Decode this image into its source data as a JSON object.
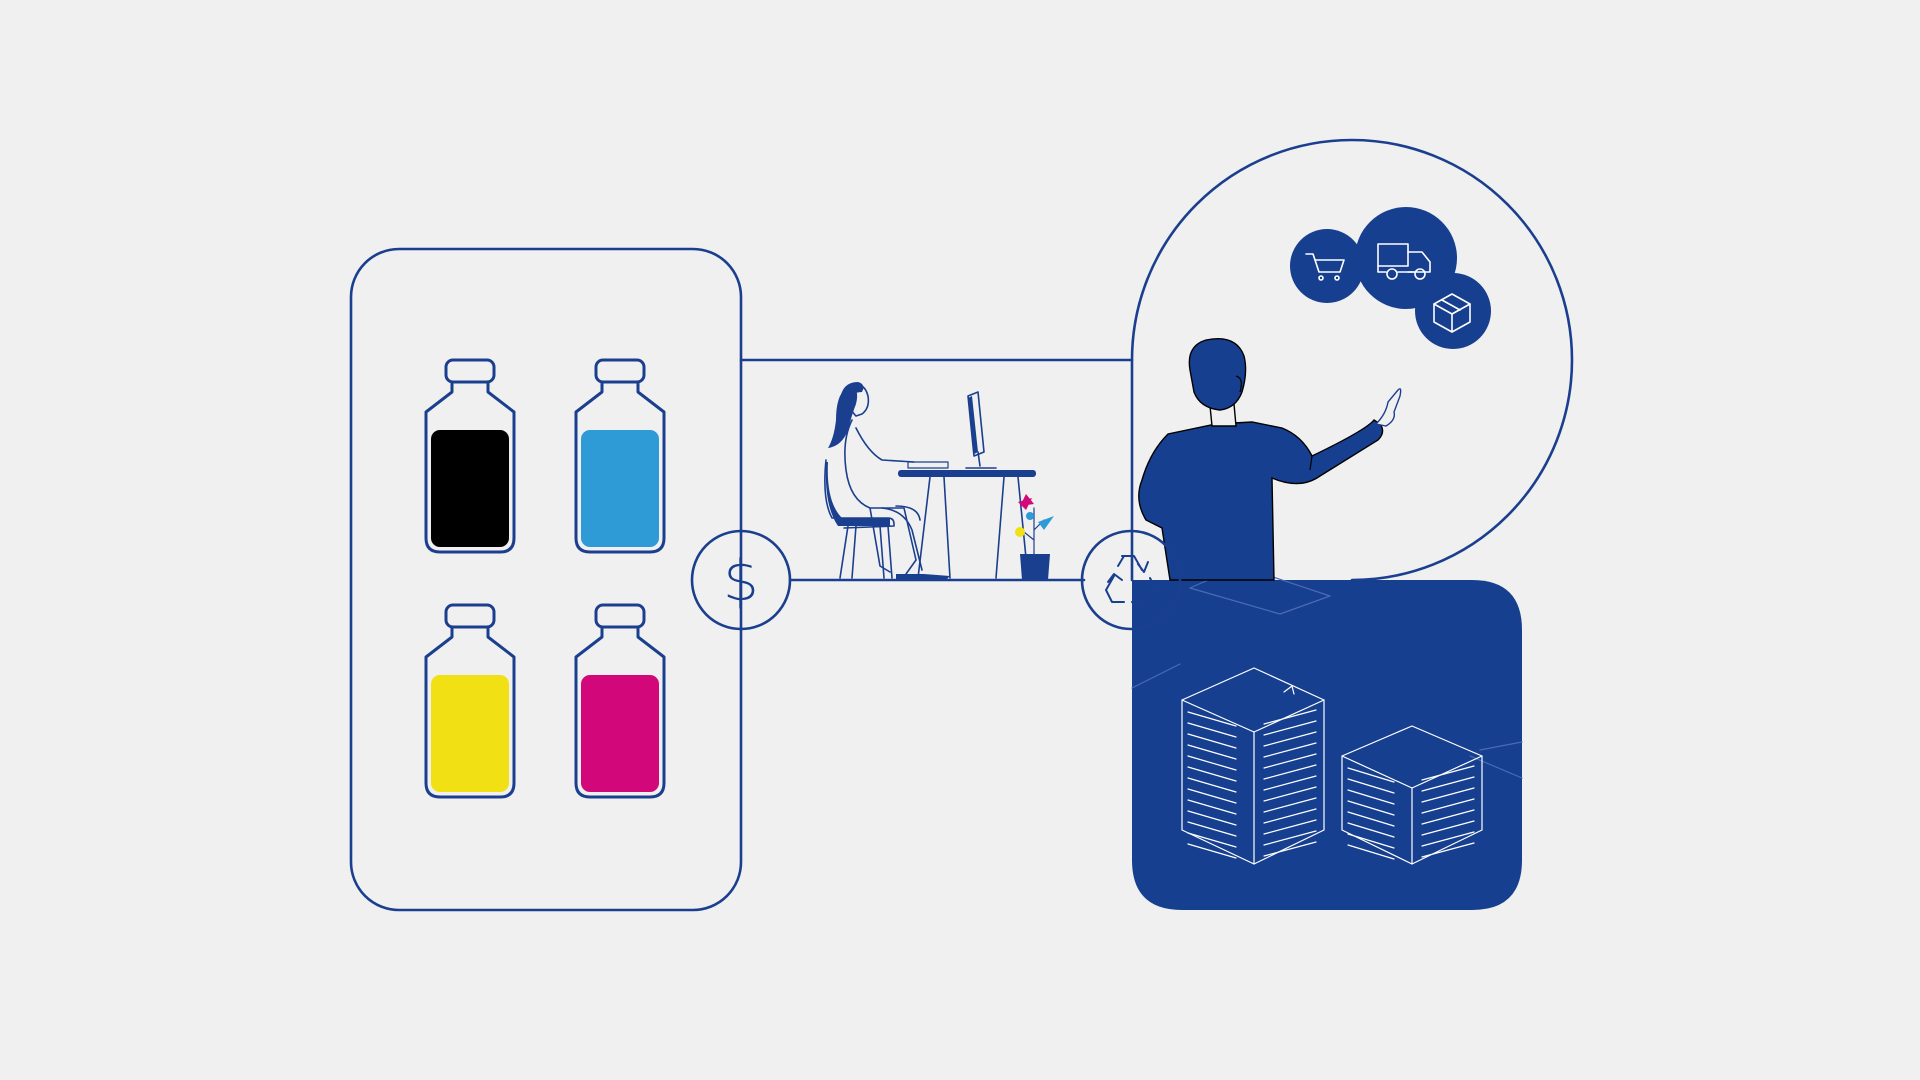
{
  "colors": {
    "background": "#f0f0f0",
    "outline": "#1b3f8f",
    "brand_blue": "#173f8f",
    "ink_black": "#000000",
    "ink_cyan": "#2e9bd6",
    "ink_yellow": "#f0e014",
    "ink_magenta": "#d2087a",
    "white": "#ffffff"
  },
  "ink_bottles": [
    {
      "name": "black",
      "color": "#000000"
    },
    {
      "name": "cyan",
      "color": "#2e9bd6"
    },
    {
      "name": "yellow",
      "color": "#f0e014"
    },
    {
      "name": "magenta",
      "color": "#d2087a"
    }
  ],
  "connector_icons": {
    "left": "dollar-icon",
    "right": "recycle-icon"
  },
  "bubble_icons": [
    "shopping-cart-icon",
    "delivery-truck-icon",
    "package-box-icon"
  ],
  "scenes": {
    "office": "woman-at-desk-illustration",
    "presenter": "man-pointing-illustration",
    "paper": "paper-stacks-illustration"
  },
  "labels": {
    "dollar_symbol": "$"
  }
}
